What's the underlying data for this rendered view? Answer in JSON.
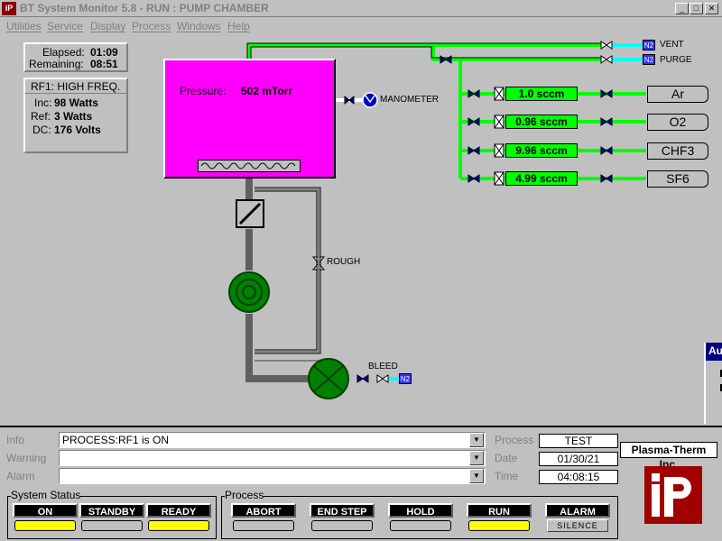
{
  "window": {
    "title": "BT System Monitor 5.8 - RUN : PUMP CHAMBER",
    "icon_text": "iP",
    "buttons": [
      "_",
      "□",
      "✕"
    ]
  },
  "menu": [
    "Utilities",
    "Service",
    "Display",
    "Process",
    "Windows",
    "Help"
  ],
  "timers": {
    "elapsed_label": "Elapsed:",
    "elapsed": "01:09",
    "remaining_label": "Remaining:",
    "remaining": "08:51"
  },
  "rf": {
    "title": "RF1: HIGH FREQ.",
    "inc_label": "Inc:",
    "inc": "98 Watts",
    "ref_label": "Ref:",
    "ref": "3 Watts",
    "dc_label": "DC:",
    "dc": "176 Volts"
  },
  "chamber": {
    "pressure_label": "Pressure:",
    "pressure": "502 mTorr"
  },
  "manometer_label": "MANOMETER",
  "vent_label": "VENT",
  "purge_label": "PURGE",
  "n2_label": "N2",
  "gases": [
    {
      "flow": "1.0 sccm",
      "name": "Ar"
    },
    {
      "flow": "0.96 sccm",
      "name": "O2"
    },
    {
      "flow": "9.96 sccm",
      "name": "CHF3"
    },
    {
      "flow": "4.99 sccm",
      "name": "SF6"
    }
  ],
  "rough_label": "ROUGH",
  "bleed_label": "BLEED",
  "side_tab_label": "Au",
  "bottom": {
    "info_label": "Info",
    "info_value": "PROCESS:RF1 is ON",
    "warning_label": "Warning",
    "warning_value": "",
    "alarm_label": "Alarm",
    "alarm_value": "",
    "process_label": "Process",
    "process_value": "TEST",
    "date_label": "Date",
    "date_value": "01/30/21",
    "time_label": "Time",
    "time_value": "04:08:15",
    "company": "Plasma-Therm Inc."
  },
  "system_status": {
    "title": "System Status",
    "buttons": [
      {
        "label": "ON",
        "lamp": true
      },
      {
        "label": "STANDBY",
        "lamp": false
      },
      {
        "label": "READY",
        "lamp": true
      }
    ]
  },
  "process_ctl": {
    "title": "Process",
    "buttons": [
      {
        "label": "ABORT",
        "lamp": false
      },
      {
        "label": "END STEP",
        "lamp": false
      },
      {
        "label": "HOLD",
        "lamp": false
      },
      {
        "label": "RUN",
        "lamp": true
      },
      {
        "label": "ALARM",
        "lamp": false
      }
    ],
    "silence_label": "SILENCE"
  },
  "colors": {
    "chamber": "#ff00ff",
    "gas_line": "#00ff00",
    "n2_line": "#00ffff",
    "pump": "#008000",
    "pipe": "#808080",
    "lamp_on": "#ffff00",
    "logo_red": "#a00000"
  }
}
